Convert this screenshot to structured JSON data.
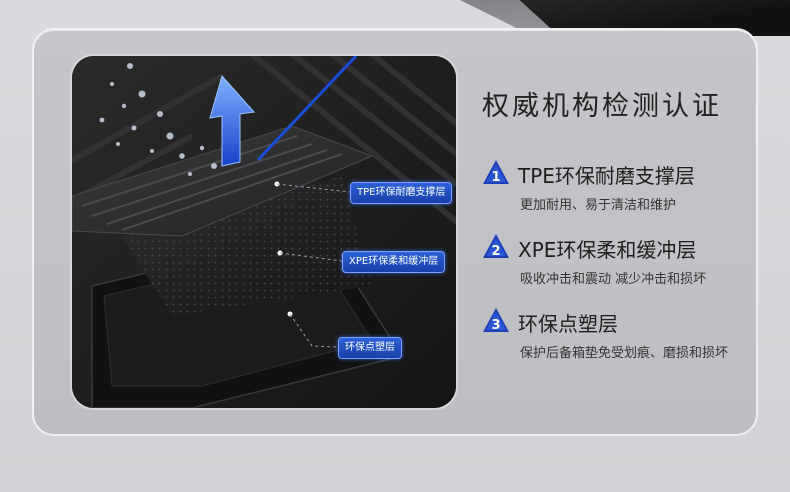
{
  "colors": {
    "accent": "#1d46c8",
    "card_bg": "#c2c3c7",
    "text_dark": "#222222"
  },
  "photo": {
    "tags": {
      "tpe": "TPE环保耐磨支撑层",
      "xpe": "XPE环保柔和缓冲层",
      "plastic": "环保点塑层"
    }
  },
  "heading": "权威机构检测认证",
  "features": [
    {
      "number": "1",
      "title": "TPE环保耐磨支撑层",
      "desc": "更加耐用、易于清洁和维护"
    },
    {
      "number": "2",
      "title": "XPE环保柔和缓冲层",
      "desc": "吸收冲击和震动 减少冲击和损坏"
    },
    {
      "number": "3",
      "title": "环保点塑层",
      "desc": "保护后备箱垫免受划痕、磨损和损坏"
    }
  ]
}
